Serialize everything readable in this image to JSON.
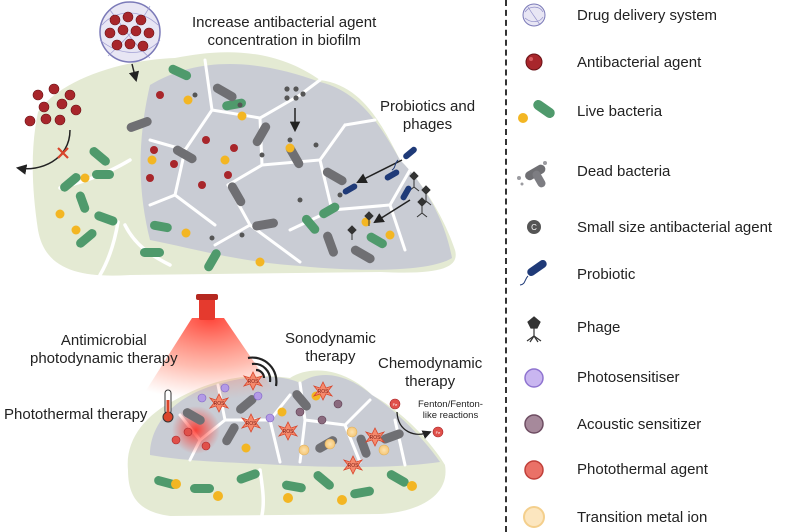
{
  "labels": {
    "increase": [
      "Increase antibacterial agent",
      "concentration in biofilm"
    ],
    "probiotics_phages": [
      "Probiotics and",
      "phages"
    ],
    "apdt": [
      "Antimicrobial",
      "photodynamic therapy"
    ],
    "photothermal": "Photothermal therapy",
    "sonodynamic": [
      "Sonodynamic",
      "therapy"
    ],
    "chemodynamic": [
      "Chemodynamic",
      "therapy"
    ],
    "fenton": [
      "Fenton/Fenton-",
      "like reactions"
    ],
    "ros": "ROS",
    "small_agent_letter": "C",
    "fenton_ion_label": "Fe"
  },
  "legend": [
    {
      "label": "Drug delivery system",
      "icon": "drug-delivery-icon"
    },
    {
      "label": "Antibacterial agent",
      "icon": "antibacterial-agent-icon"
    },
    {
      "label": "Live bacteria",
      "icon": "live-bacteria-icon"
    },
    {
      "label": "Dead bacteria",
      "icon": "dead-bacteria-icon"
    },
    {
      "label": "Small size antibacterial agent",
      "icon": "small-agent-icon"
    },
    {
      "label": "Probiotic",
      "icon": "probiotic-icon"
    },
    {
      "label": "Phage",
      "icon": "phage-icon"
    },
    {
      "label": "Photosensitiser",
      "icon": "photosensitiser-icon"
    },
    {
      "label": "Acoustic sensitizer",
      "icon": "acoustic-sensitizer-icon"
    },
    {
      "label": "Photothermal agent",
      "icon": "photothermal-agent-icon"
    },
    {
      "label": "Transition metal ion",
      "icon": "transition-metal-ion-icon"
    }
  ],
  "colors": {
    "biofilm": "#e4ead3",
    "cell": "#c9ccd4",
    "live_bacteria": "#4f9a6c",
    "dead_bacteria": "#6f6f73",
    "agent": "#a8262b",
    "yellow": "#f3b623",
    "probiotic": "#1f3a78",
    "photosensitiser": "#b39ae6",
    "acoustic": "#8a6a7e",
    "photothermal": "#e0504a",
    "metal_ion": "#f8d9a0",
    "laser": "#e53a2e"
  }
}
